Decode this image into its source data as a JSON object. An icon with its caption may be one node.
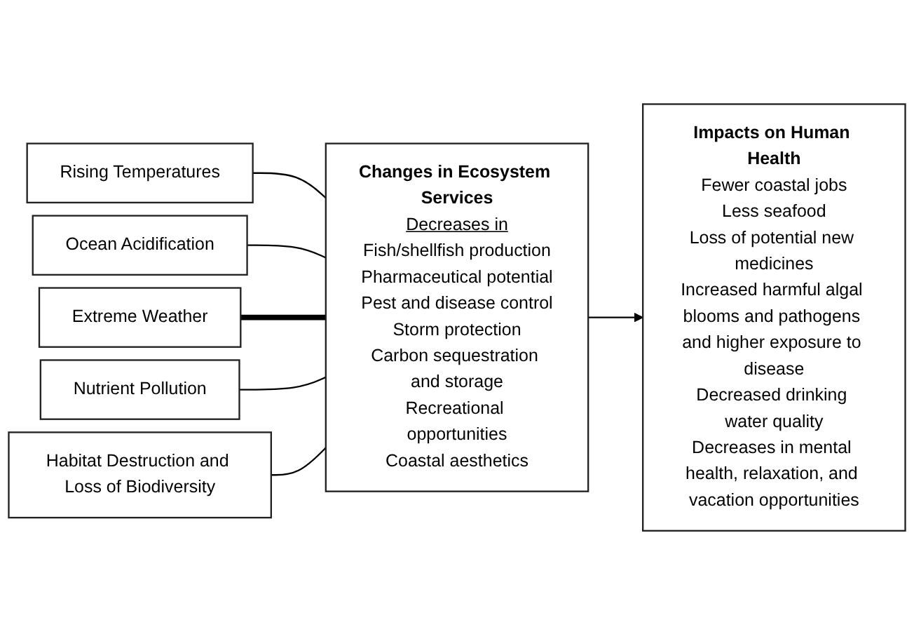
{
  "diagram": {
    "nodes": [
      {
        "text": [
          "Rising Temperatures"
        ]
      },
      {
        "text": [
          "Ocean Acidification"
        ]
      },
      {
        "text": [
          "Extreme Weather"
        ]
      },
      {
        "text": [
          "Nutrient Pollution"
        ]
      },
      {
        "text": [
          "Habitat Destruction and Loss of Biodiversity"
        ]
      },
      {
        "text": [
          "Changes in Ecosystem Services",
          "Decreases in",
          "Fish/shellfish production",
          "Pharmaceutical potential",
          "Pest and disease control",
          "Storm protection",
          "Carbon sequestration and storage",
          "Recreational opportunities",
          "Coastal aesthetics"
        ]
      },
      {
        "text": [
          "Impacts on Human Health",
          "Fewer coastal jobs",
          "Less seafood",
          "Loss of potential new medicines",
          "Increased harmful algal blooms and pathogens and higher exposure to disease",
          "Decreased drinking water quality",
          "Decreases in mental health, relaxation, and vacation opportunities"
        ]
      }
    ],
    "edges": [
      {
        "from": 0,
        "to": 5,
        "arrow": "none"
      },
      {
        "from": 1,
        "to": 5,
        "arrow": "none"
      },
      {
        "from": 2,
        "to": 5,
        "arrow": "none",
        "style": "thick"
      },
      {
        "from": 3,
        "to": 5,
        "arrow": "none"
      },
      {
        "from": 4,
        "to": 5,
        "arrow": "none"
      },
      {
        "from": 5,
        "to": 6,
        "arrow": "to"
      }
    ]
  }
}
